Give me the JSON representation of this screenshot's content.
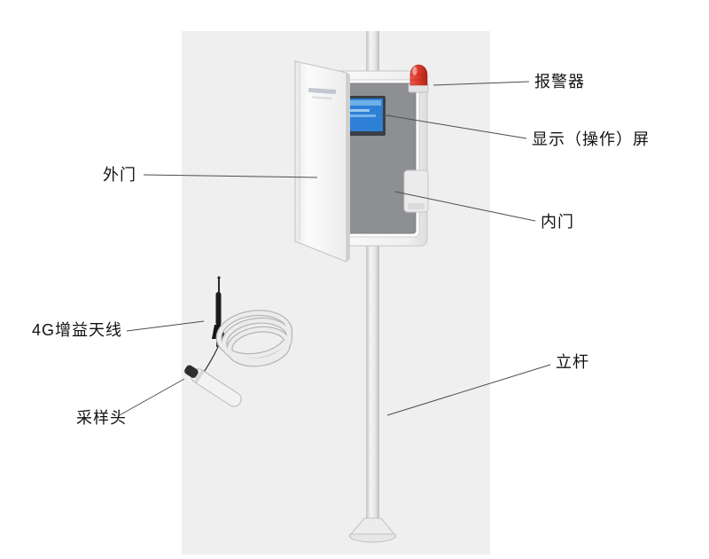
{
  "labels": {
    "alarm": "报警器",
    "display_screen": "显示（操作）屏",
    "outer_door": "外门",
    "inner_door": "内门",
    "antenna_4g": "4G增益天线",
    "sampling_head": "采样头",
    "pole": "立杆"
  },
  "colors": {
    "background": "#ffffff",
    "panel_background": "#efefef",
    "beacon_red": "#d93a2b",
    "screen_blue": "#2e80d6",
    "cabinet_gray": "#8d8f92",
    "leader_line": "#4d4d4d",
    "text": "#111111"
  }
}
